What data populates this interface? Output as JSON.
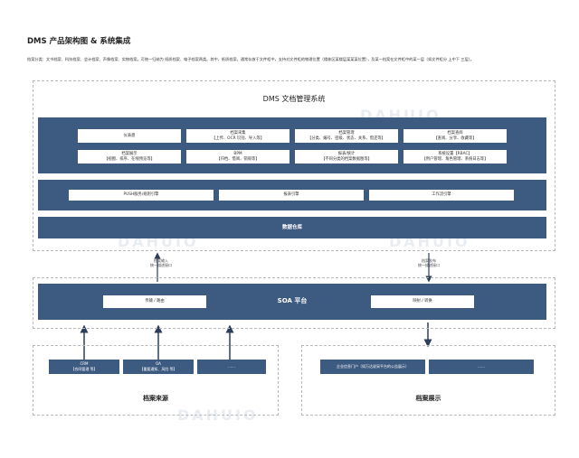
{
  "page": {
    "title": "DMS 产品架构图 & 系统集成",
    "subtitle": "档案分类：文书档案、科技档案、会计档案、声像档案、实物档案。可统一归纳为 纸质档案、电子档案两类。其中，纸质档案，通常存放于文件柜中，支持对文件柜的物理位置（楼栋区某楼层某某某位置），及某一档案在文件柜中的某一层（如文件柜分 上中下 三层）。"
  },
  "dms": {
    "title": "DMS 文档管理系统",
    "modules_row1": [
      {
        "name": "仪表盘",
        "detail": ""
      },
      {
        "name": "档案采集",
        "detail": "【上传、OCR 识别、导入等】"
      },
      {
        "name": "档案管理",
        "detail": "【分类、编号、密级、状态、关系、借还等】"
      },
      {
        "name": "档案查阅",
        "detail": "【查阅、分享、收藏等】"
      }
    ],
    "modules_row2": [
      {
        "name": "档案展示",
        "detail": "【视图、排序、在线预览等】"
      },
      {
        "name": "BPM",
        "detail": "【归档、借阅、销毁等】"
      },
      {
        "name": "报表/统计",
        "detail": "【不同分类的档案数据图等】"
      },
      {
        "name": "系统设置【RBAC】",
        "detail": "【用户管理、角色管理、系统日志等】"
      }
    ],
    "engines": [
      "PUSH服务/规则引擎",
      "报表引擎",
      "工作流引擎"
    ],
    "warehouse": "数据仓库"
  },
  "connectors": {
    "left": [
      "档案输入",
      "统一描述接口"
    ],
    "right": [
      "档案发布",
      "统一描述接口"
    ]
  },
  "soa": {
    "title": "SOA 平台",
    "left_box": "传输 / 路由",
    "right_box": "映射 / 转换"
  },
  "sources": {
    "label": "档案来源",
    "items": [
      {
        "name": "CRM",
        "detail": "【合同管理 等】"
      },
      {
        "name": "OA",
        "detail": "【重要通知、风险 等】"
      },
      {
        "name": "……",
        "detail": ""
      }
    ]
  },
  "display": {
    "label": "档案展示",
    "items": [
      "企业信息门户（如万达说采平台的公告展示）",
      "……"
    ]
  },
  "colors": {
    "navy": "#3d5a80",
    "border": "#b9b9b9",
    "watermark": "#e9edf2"
  }
}
